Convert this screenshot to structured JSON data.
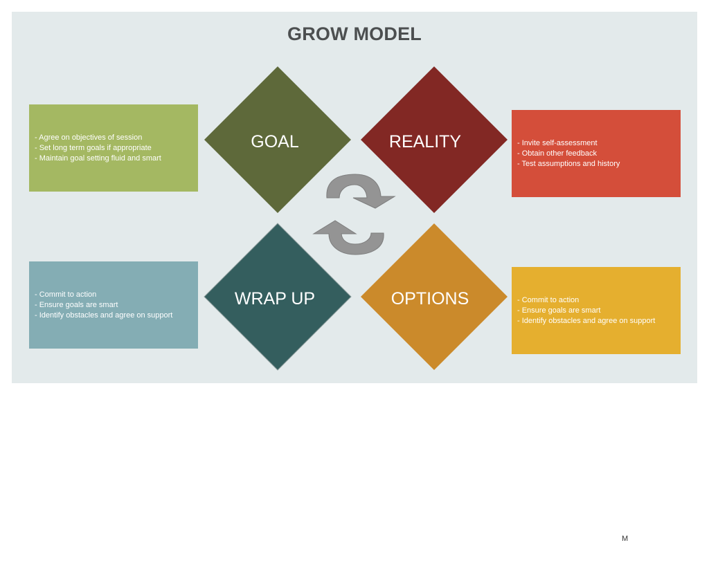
{
  "title": "GROW MODEL",
  "quadrants": {
    "goal": {
      "label": "GOAL",
      "color": "#5e693a",
      "box_color": "#a4b862",
      "items": [
        "- Agree on objectives of session",
        "- Set long term goals if appropriate",
        "- Maintain goal setting fluid and smart"
      ]
    },
    "reality": {
      "label": "REALITY",
      "color": "#822824",
      "box_color": "#d44e3a",
      "items": [
        "- Invite self-assessment",
        "- Obtain other feedback",
        "- Test assumptions and history"
      ]
    },
    "wrapup": {
      "label": "WRAP UP",
      "color": "#345e5e",
      "box_color": "#84adb4",
      "items": [
        "- Commit to action",
        "- Ensure goals are smart",
        "- Identify obstacles and agree on support"
      ]
    },
    "options": {
      "label": "OPTIONS",
      "color": "#cb8a2b",
      "box_color": "#e5af2f",
      "items": [
        "- Commit to action",
        "- Ensure goals are smart",
        "- Identify obstacles and agree on support"
      ]
    }
  },
  "cycle_icon": "refresh-cycle-icon",
  "footer_mark": "M"
}
